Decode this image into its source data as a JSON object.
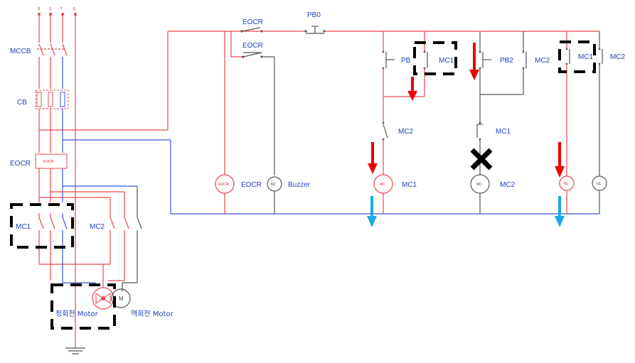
{
  "power": {
    "phases": [
      "R",
      "S",
      "T",
      "E"
    ],
    "mccb_label": "MCCB",
    "cb_label": "CB",
    "eocr_label": "EOCR",
    "eocr_box": "EOCR",
    "mc1_label": "MC1",
    "mc2_label": "MC2",
    "forward_motor_label": "정회전 Motor",
    "reverse_motor_label": "역회전 Motor",
    "motor_symbol": "M"
  },
  "control": {
    "eocr_top": "EOCR",
    "eocr_second": "EOCR",
    "pb0": "PB0",
    "pb1": "PB",
    "mc1_contact_a": "MC1",
    "pb2": "PB2",
    "mc2_contact_a": "MC2",
    "mc1_contact_c": "MC1",
    "mc2_contact_d": "MC2",
    "mc2_interlock": "MC2",
    "mc1_interlock": "MC1",
    "eocr_coil_label": "EOCR",
    "eocr_coil_text": "EOCR",
    "buzzer_symbol": "BZ",
    "buzzer_label": "Buzzer",
    "mc1_coil_text": "MC",
    "mc1_coil_label": "MC1",
    "mc2_coil_text": "MC",
    "mc2_coil_label": "MC2",
    "rl_text": "RL",
    "gl_text": "GL"
  },
  "colors": {
    "red_wire": "#e8474c",
    "blue_wire": "#3f55d6",
    "gray_wire": "#555555",
    "red_arrow": "#ee0000",
    "blue_arrow": "#1ba8e8",
    "annotation": "#000000"
  }
}
